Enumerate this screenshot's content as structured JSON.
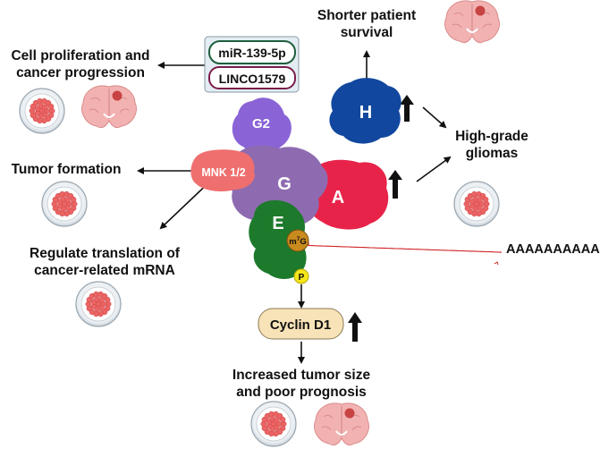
{
  "labels": {
    "cell_proliferation": [
      "Cell proliferation and",
      "cancer progression"
    ],
    "shorter_survival": [
      "Shorter patient",
      "survival"
    ],
    "high_grade": [
      "High-grade",
      "gliomas"
    ],
    "tumor_formation": "Tumor formation",
    "regulate_translation": [
      "Regulate translation of",
      "cancer-related mRNA"
    ],
    "increased_tumor": [
      "Increased tumor size",
      "and poor prognosis"
    ]
  },
  "boxes": {
    "mir": "miR-139-5p",
    "linc": "LINCO1579",
    "cyclin": "Cyclin D1"
  },
  "proteins": {
    "g2": "G2",
    "h": "H",
    "g": "G",
    "a": "A",
    "e": "E",
    "mnk": "MNK 1/2",
    "cap": "m7G",
    "phospho": "P"
  },
  "polya": "AAAAAAAAAAA",
  "colors": {
    "eif4g": "#8e6bb0",
    "eif4a": "#e8234a",
    "eif4e": "#1d7a2c",
    "eif4h": "#11479e",
    "eif4g2": "#8a64d6",
    "mnk": "#ef6f6f",
    "cap": "#c98a1e",
    "phospho": "#f5e61a",
    "mir_border": "#1e5e3c",
    "linc_border": "#7a1d4a",
    "cyclin_fill": "#f8e3b8",
    "mrna": "#d02020",
    "dish_cells": "#ec6464",
    "brain": "#f2b2b2"
  }
}
